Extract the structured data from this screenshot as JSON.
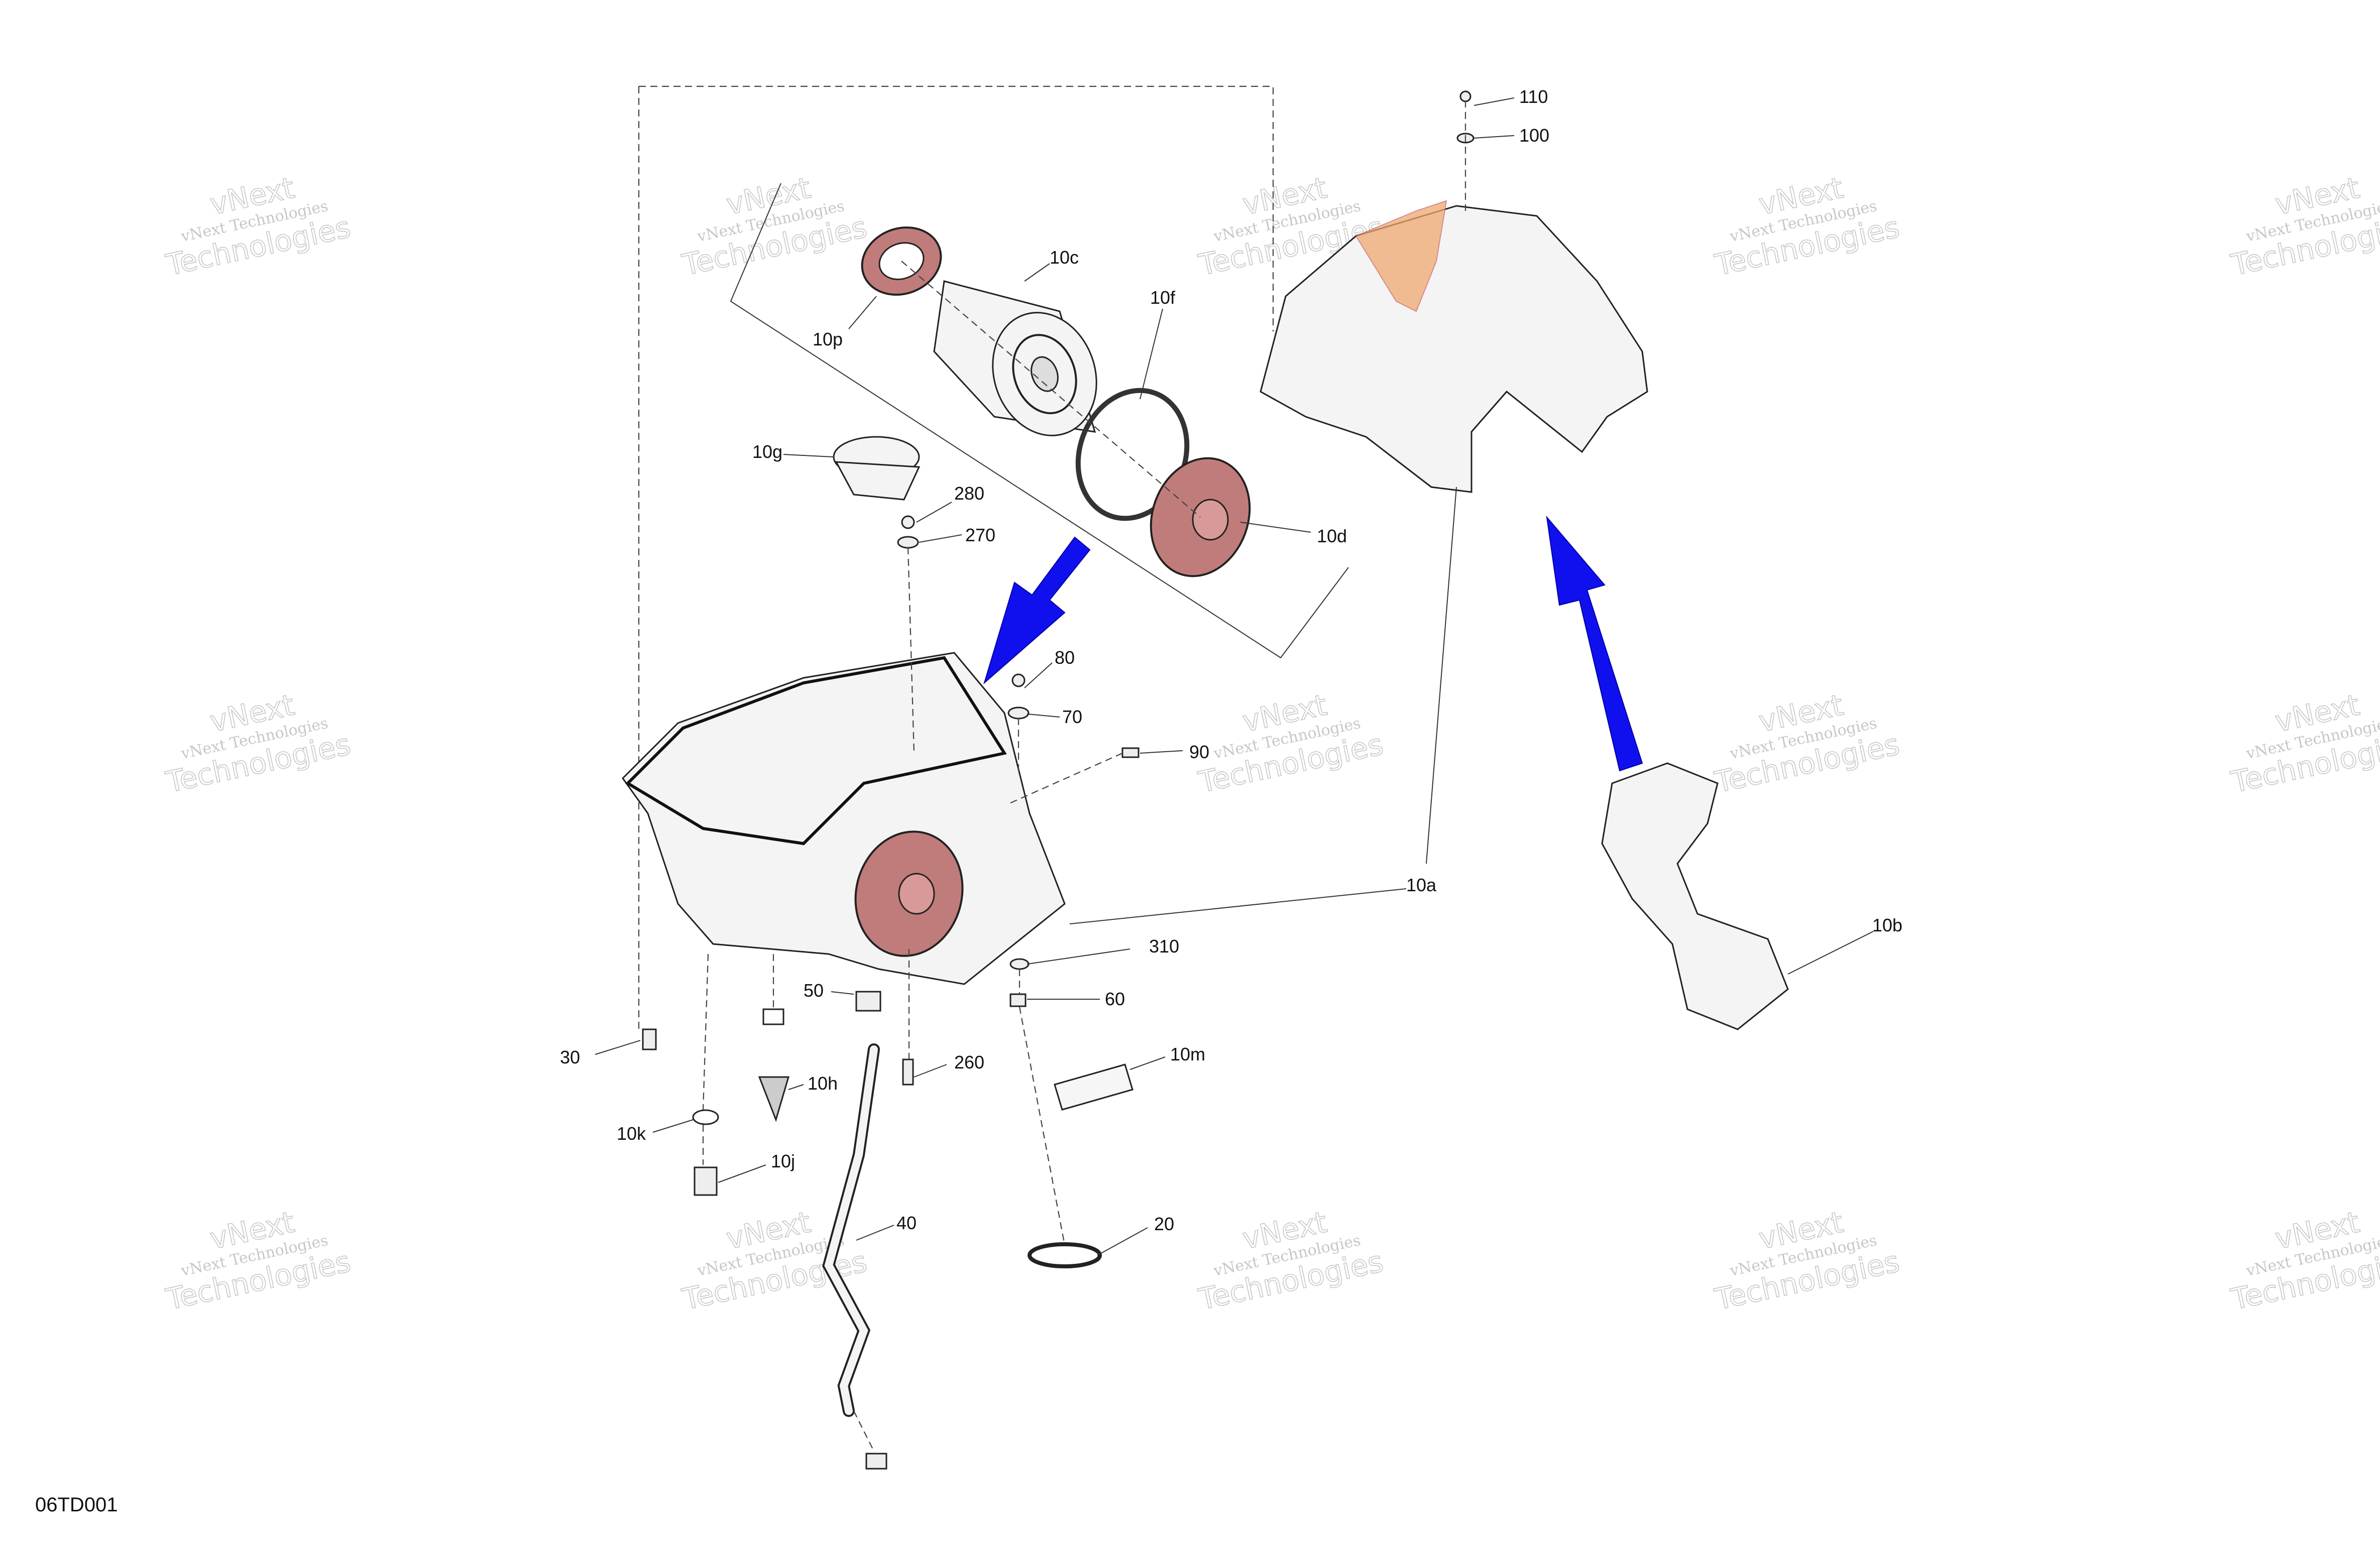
{
  "document_code": "06TD001",
  "watermark": {
    "line1": "vNext",
    "line2": "vNext Technologies",
    "line3": "Technologies"
  },
  "callouts": [
    {
      "id": "110",
      "label": "110"
    },
    {
      "id": "100",
      "label": "100"
    },
    {
      "id": "10c",
      "label": "10c"
    },
    {
      "id": "10f",
      "label": "10f"
    },
    {
      "id": "10p",
      "label": "10p"
    },
    {
      "id": "10g",
      "label": "10g"
    },
    {
      "id": "280",
      "label": "280"
    },
    {
      "id": "270",
      "label": "270"
    },
    {
      "id": "10d",
      "label": "10d"
    },
    {
      "id": "80",
      "label": "80"
    },
    {
      "id": "70",
      "label": "70"
    },
    {
      "id": "90",
      "label": "90"
    },
    {
      "id": "10a",
      "label": "10a"
    },
    {
      "id": "10b",
      "label": "10b"
    },
    {
      "id": "310",
      "label": "310"
    },
    {
      "id": "50",
      "label": "50"
    },
    {
      "id": "60",
      "label": "60"
    },
    {
      "id": "10h",
      "label": "10h"
    },
    {
      "id": "260",
      "label": "260"
    },
    {
      "id": "10m",
      "label": "10m"
    },
    {
      "id": "30",
      "label": "30"
    },
    {
      "id": "10k",
      "label": "10k"
    },
    {
      "id": "10j",
      "label": "10j"
    },
    {
      "id": "40",
      "label": "40"
    },
    {
      "id": "20",
      "label": "20"
    }
  ],
  "colors": {
    "arrow": "#1010ee",
    "highlight_red": "#c07c7a",
    "highlight_orange": "#f0a870",
    "line": "#222222"
  }
}
